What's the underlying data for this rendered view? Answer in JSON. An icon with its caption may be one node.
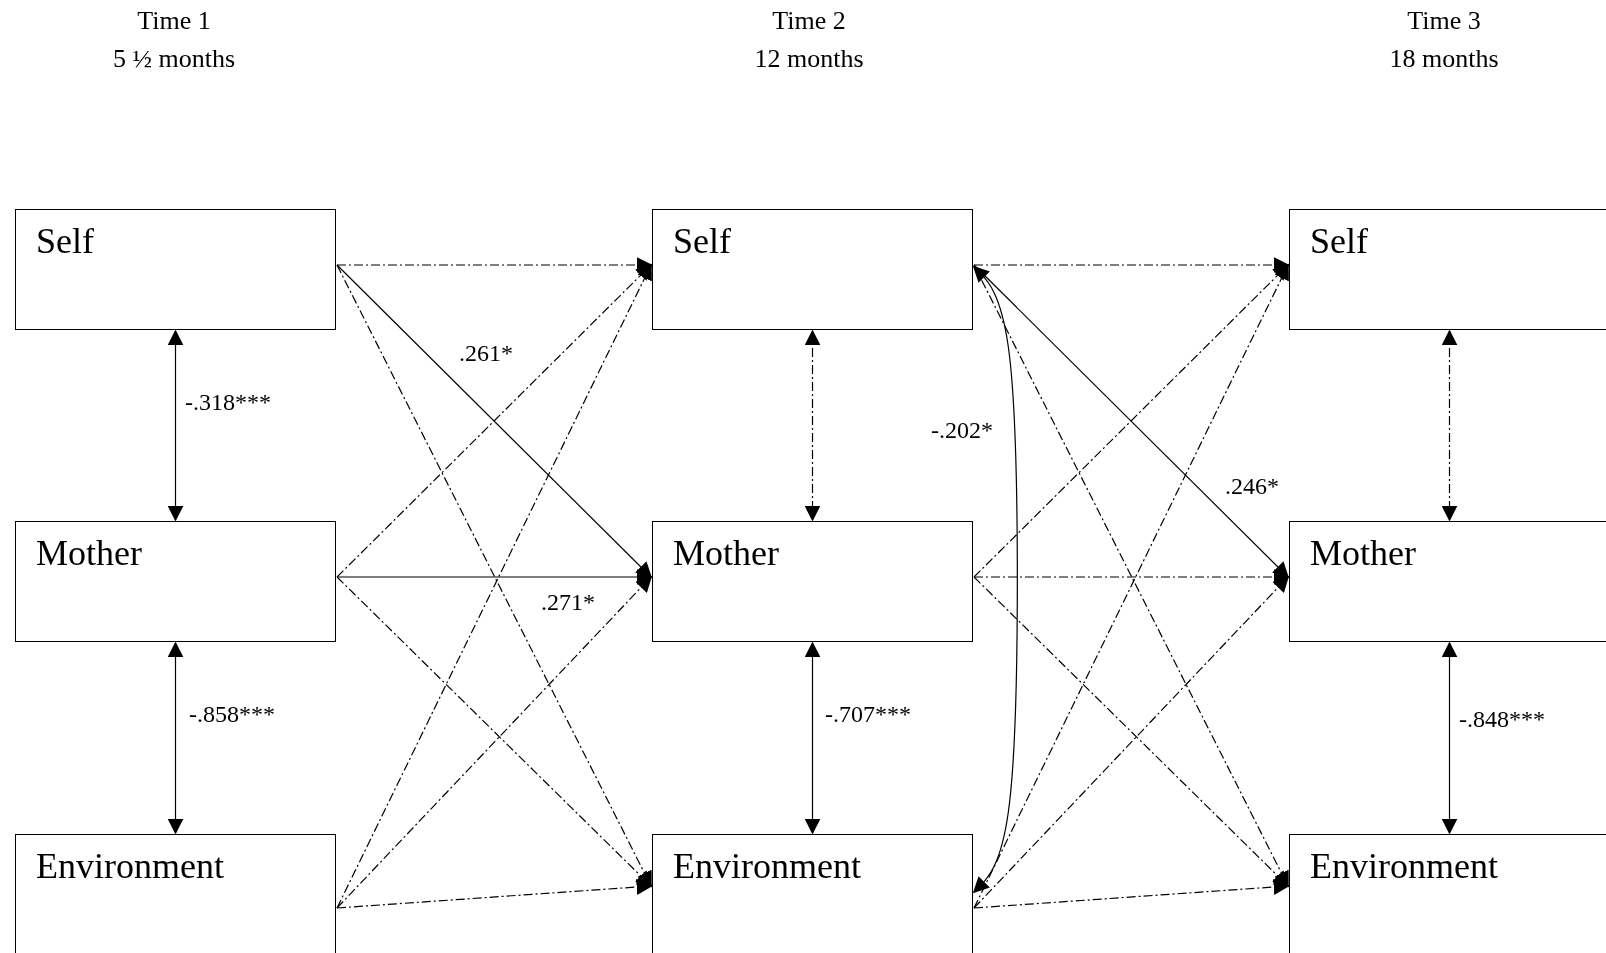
{
  "diagram": {
    "nodes": [
      {
        "text": [
          "Self"
        ]
      },
      {
        "text": [
          "Mother"
        ]
      },
      {
        "text": [
          "Environment"
        ]
      },
      {
        "text": [
          "Self"
        ]
      },
      {
        "text": [
          "Mother"
        ]
      },
      {
        "text": [
          "Environment"
        ]
      },
      {
        "text": [
          "Self"
        ]
      },
      {
        "text": [
          "Mother"
        ]
      },
      {
        "text": [
          "Environment"
        ]
      }
    ],
    "edges": [
      {
        "from": 0,
        "to": 1,
        "arrow": "both",
        "label": "-.318***"
      },
      {
        "from": 1,
        "to": 2,
        "arrow": "both",
        "label": "-.858***"
      },
      {
        "from": 0,
        "to": 3,
        "arrow": "to",
        "style": "dashed"
      },
      {
        "from": 0,
        "to": 4,
        "arrow": "to",
        "label": ".261*"
      },
      {
        "from": 0,
        "to": 5,
        "arrow": "to",
        "style": "dashed"
      },
      {
        "from": 1,
        "to": 3,
        "arrow": "to",
        "style": "dashed"
      },
      {
        "from": 1,
        "to": 4,
        "arrow": "to",
        "label": ".271*"
      },
      {
        "from": 1,
        "to": 5,
        "arrow": "to",
        "style": "dashed"
      },
      {
        "from": 2,
        "to": 3,
        "arrow": "to",
        "style": "dashed"
      },
      {
        "from": 2,
        "to": 4,
        "arrow": "to",
        "style": "dashed"
      },
      {
        "from": 2,
        "to": 5,
        "arrow": "to",
        "style": "dashed"
      },
      {
        "from": 3,
        "to": 4,
        "arrow": "both",
        "style": "dashed"
      },
      {
        "from": 4,
        "to": 5,
        "arrow": "both",
        "label": "-.707***"
      },
      {
        "from": 3,
        "to": 5,
        "arrow": "both",
        "label": "-.202*"
      },
      {
        "from": 3,
        "to": 6,
        "arrow": "to",
        "style": "dashed"
      },
      {
        "from": 3,
        "to": 7,
        "arrow": "to",
        "label": ".246*"
      },
      {
        "from": 3,
        "to": 8,
        "arrow": "to",
        "style": "dashed"
      },
      {
        "from": 4,
        "to": 6,
        "arrow": "to",
        "style": "dashed"
      },
      {
        "from": 4,
        "to": 7,
        "arrow": "to",
        "style": "dashed"
      },
      {
        "from": 4,
        "to": 8,
        "arrow": "to",
        "style": "dashed"
      },
      {
        "from": 5,
        "to": 6,
        "arrow": "to",
        "style": "dashed"
      },
      {
        "from": 5,
        "to": 7,
        "arrow": "to",
        "style": "dashed"
      },
      {
        "from": 5,
        "to": 8,
        "arrow": "to",
        "style": "dashed"
      },
      {
        "from": 6,
        "to": 7,
        "arrow": "both",
        "style": "dashed"
      },
      {
        "from": 7,
        "to": 8,
        "arrow": "both",
        "label": "-.848***"
      }
    ],
    "labels": [
      "Time 1",
      "5 ½ months",
      "Time 2",
      "12 months",
      "Time 3",
      "18 months"
    ]
  }
}
